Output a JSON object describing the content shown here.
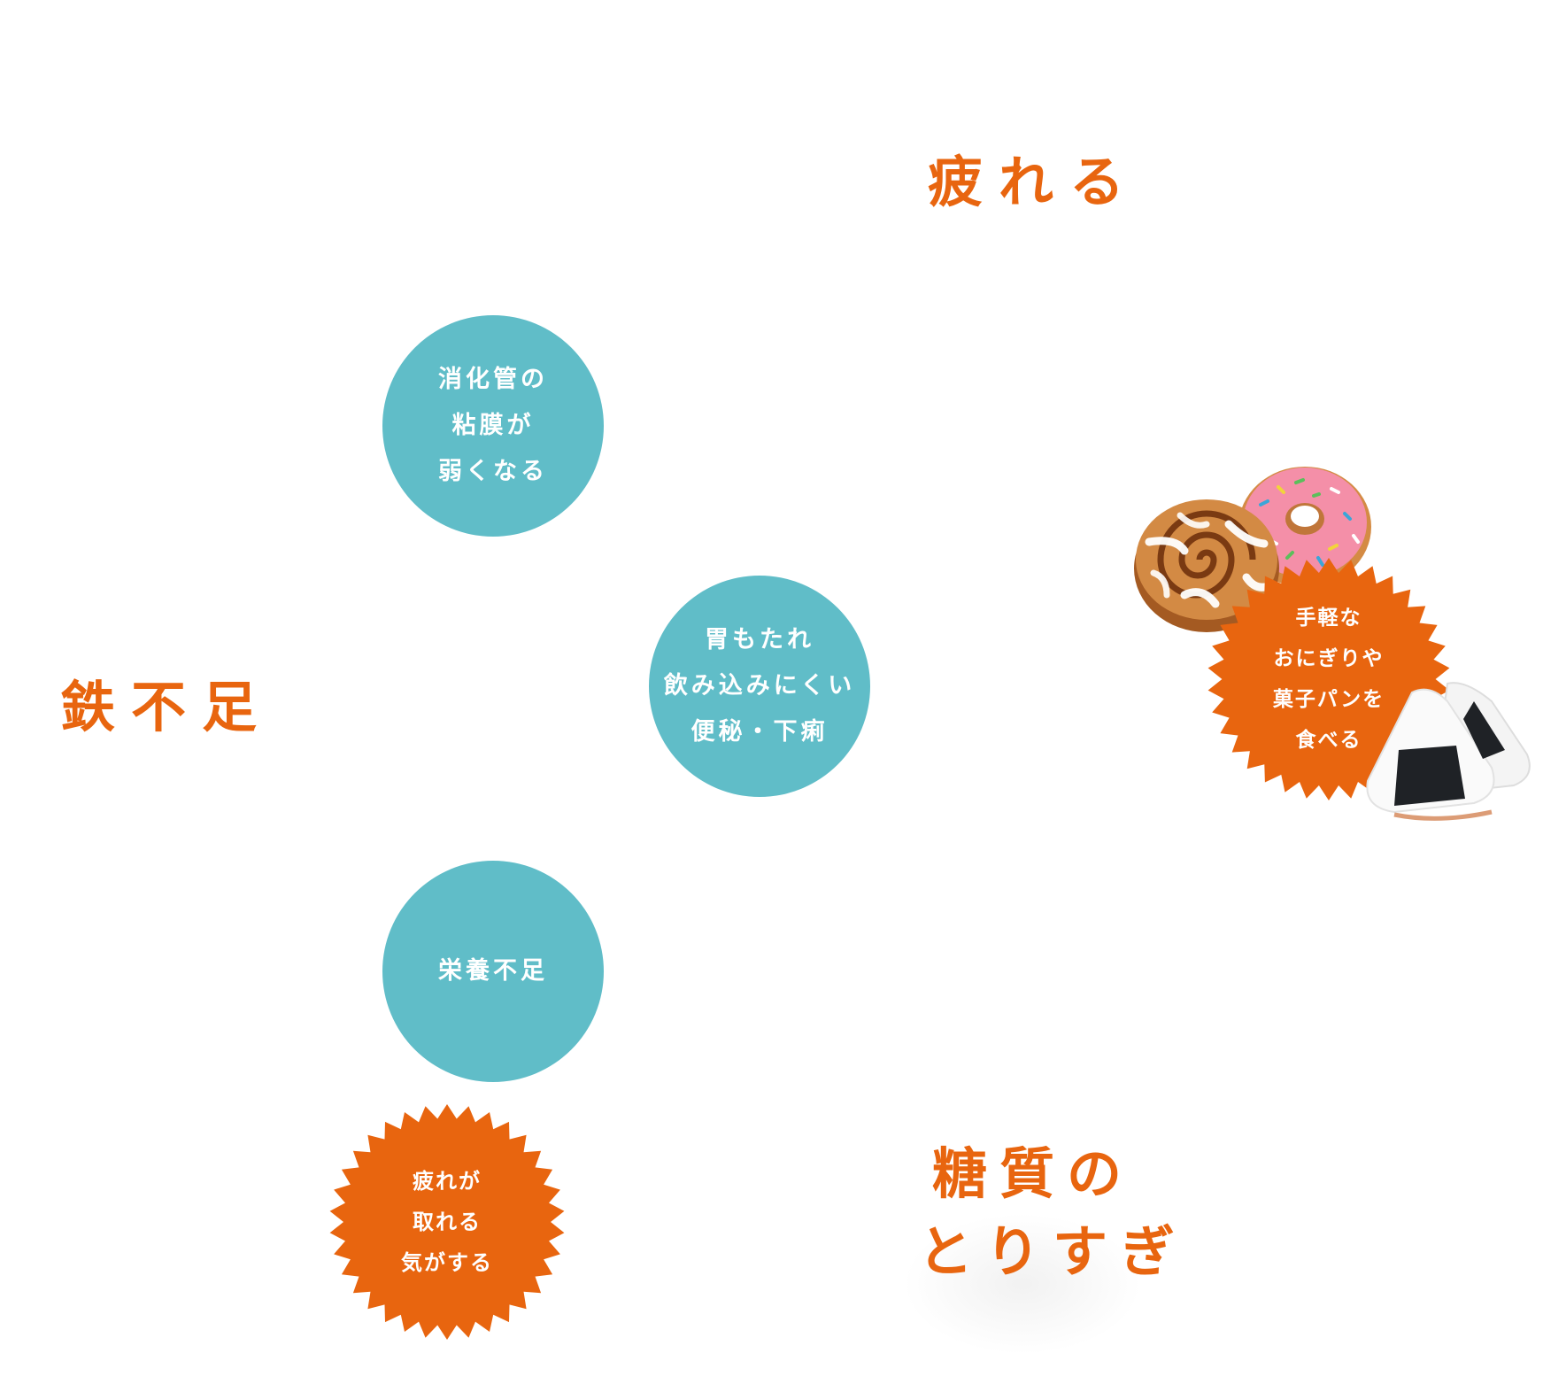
{
  "labels": {
    "tsukareru": "疲れる",
    "tetsubusoku": "鉄不足",
    "toushitsu_line1": "糖質の",
    "toushitsu_line2": "とりすぎ"
  },
  "teal_circles": [
    {
      "lines": [
        "消化管の",
        "粘膜が",
        "弱くなる"
      ]
    },
    {
      "lines": [
        "胃もたれ",
        "飲み込みにくい",
        "便秘・下痢"
      ]
    },
    {
      "lines": [
        "栄養不足"
      ]
    }
  ],
  "bursts": {
    "tired": {
      "lines": [
        "疲れが",
        "取れる",
        "気がする"
      ]
    },
    "snack": {
      "lines": [
        "手軽な",
        "おにぎりや",
        "菓子パンを",
        "食べる"
      ]
    }
  },
  "colors": {
    "accent_orange": "#e8650f",
    "teal": "#60bdc8",
    "text_on_shape": "#ffffff"
  },
  "icons": {
    "burst_shape": "starburst",
    "food_images": [
      "cinnamon-roll",
      "pink-sprinkle-donut",
      "onigiri-rice-ball"
    ]
  }
}
